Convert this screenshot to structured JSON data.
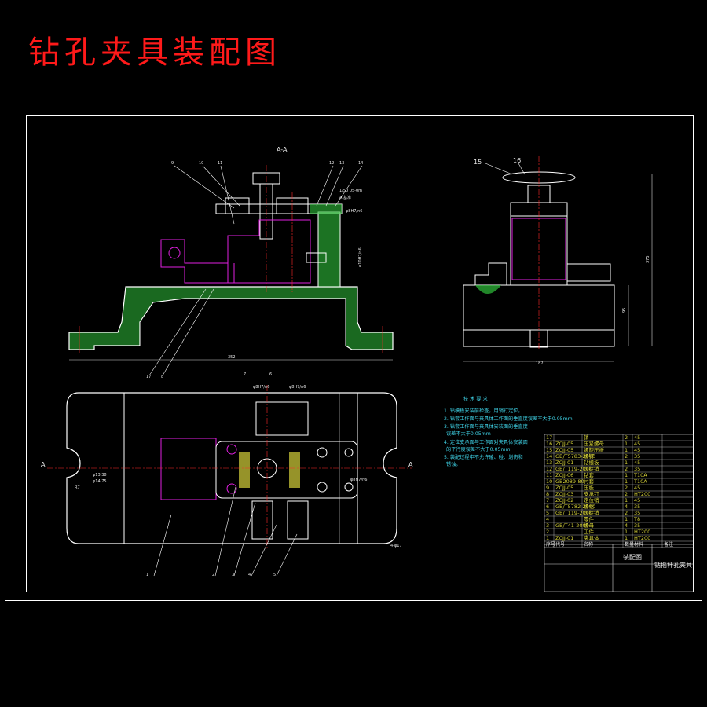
{
  "page": {
    "title": "钻孔夹具装配图",
    "colors": {
      "background": "#000000",
      "title": "#ff1a1a",
      "outline": "#ffffff",
      "centerline": "#ff2a2a",
      "hatch": "#2fbf3a",
      "workpiece": "#e01fe0",
      "notes": "#3fd4e8",
      "bom": "#d6d23a",
      "dimension": "#d8d8d8"
    }
  },
  "section_view": {
    "label": "A-A",
    "balloons": [
      "9",
      "10",
      "11",
      "12",
      "13",
      "14"
    ],
    "lower_balloons": [
      "17",
      "8"
    ],
    "notes": [
      "1/50 05-0m",
      "A 基准",
      "φ8H7/n6",
      "φ10H7/n6"
    ],
    "width_dim": "352"
  },
  "side_view": {
    "balloons": [
      "15",
      "16"
    ],
    "height_dims": [
      "375",
      "95"
    ],
    "width_dim": "182"
  },
  "plan_view": {
    "top_balloons": [
      "7",
      "6"
    ],
    "fits": [
      "φ8H7/n6",
      "φ8H7/n6"
    ],
    "section_marks": [
      "A",
      "A"
    ],
    "left_dims": [
      "φ13.38",
      "φ14.75",
      "R7"
    ],
    "right_fit": "φ8H7/n6",
    "right_callout": "4-φ17",
    "bottom_balloons": [
      "1",
      "2",
      "3",
      "4",
      "5"
    ]
  },
  "tech_req": {
    "title": "技 术 要 求",
    "items": [
      "1. 钻模板安装前检查，用销钉定位。",
      "2. 钻套工作面与夹具体工作面的垂直度误差不大于0.05mm",
      "3. 钻套工作面与夹具体安装面的垂直度",
      "误差不大于0.05mm",
      "4. 定位支承面与工作面对夹具体安装面",
      "的平行度误差不大于0.05mm",
      "5. 装配过程中不允许磕、碰、划伤和",
      "锈蚀。"
    ]
  },
  "bom": {
    "rows": [
      [
        "17",
        "",
        "销",
        "2",
        "45"
      ],
      [
        "16",
        "ZCJJ-05",
        "压紧螺母",
        "1",
        "45"
      ],
      [
        "15",
        "ZCJJ-05",
        "螺旋压板",
        "1",
        "45"
      ],
      [
        "14",
        "GB/T5783-2000",
        "螺钉",
        "2",
        "35"
      ],
      [
        "13",
        "ZCJJ-01",
        "钻模板",
        "1",
        "45"
      ],
      [
        "12",
        "GB/T119-2000",
        "圆柱销",
        "2",
        "35"
      ],
      [
        "11",
        "ZCJJ-06",
        "钻套",
        "1",
        "T10A"
      ],
      [
        "10",
        "GB2089-80",
        "衬套",
        "1",
        "T10A"
      ],
      [
        "9",
        "ZCJJ-05",
        "压板",
        "2",
        "45"
      ],
      [
        "8",
        "ZCJJ-03",
        "支承钉",
        "2",
        "HT200"
      ],
      [
        "7",
        "ZCJJ-02",
        "定位销",
        "1",
        "45"
      ],
      [
        "6",
        "GB/T5782-2000",
        "螺栓",
        "4",
        "35"
      ],
      [
        "5",
        "GB/T119-2000",
        "圆柱销",
        "2",
        "35"
      ],
      [
        "4",
        "",
        "零件",
        "1",
        "T8"
      ],
      [
        "3",
        "GB/T41-2000",
        "螺母",
        "4",
        "35"
      ],
      [
        "2",
        "",
        "工件",
        "1",
        "HT200"
      ],
      [
        "1",
        "ZCJJ-01",
        "夹具体",
        "1",
        "HT200"
      ]
    ],
    "header": [
      "序号",
      "代号",
      "名称",
      "数量",
      "材料",
      "备注"
    ]
  },
  "title_block": {
    "drawing_name": "装配图",
    "part_name": "钻摇杆孔夹具"
  }
}
